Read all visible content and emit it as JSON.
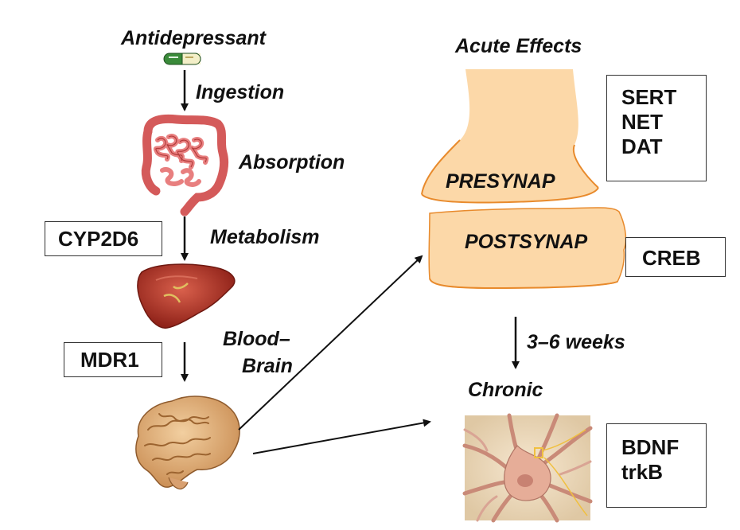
{
  "labels": {
    "antidepressant": "Antidepressant",
    "ingestion": "Ingestion",
    "absorption": "Absorption",
    "metabolism": "Metabolism",
    "blood": "Blood–",
    "brain": "Brain",
    "acute_effects": "Acute Effects",
    "presynap": "PRESYNAP",
    "postsynap": "POSTSYNAP",
    "weeks": "3–6 weeks",
    "chronic": "Chronic"
  },
  "boxes": {
    "cyp2d6": "CYP2D6",
    "mdr1": "MDR1",
    "creb": "CREB",
    "transporters": [
      "SERT",
      "NET",
      "DAT"
    ],
    "neurotrophic": [
      "BDNF",
      "trkB"
    ]
  },
  "colors": {
    "synapse_fill": "#fcd8a8",
    "synapse_stroke": "#e88a2c",
    "intestine": "#e87070",
    "liver": "#b8342a",
    "brain": "#e2b07a",
    "neuron_bg": "#ecdcc0",
    "neuron": "#e0a890"
  },
  "icons": {
    "capsule": "capsule-icon",
    "intestine": "intestine-icon",
    "liver": "liver-icon",
    "brain": "brain-icon",
    "neuron": "neuron-icon"
  }
}
